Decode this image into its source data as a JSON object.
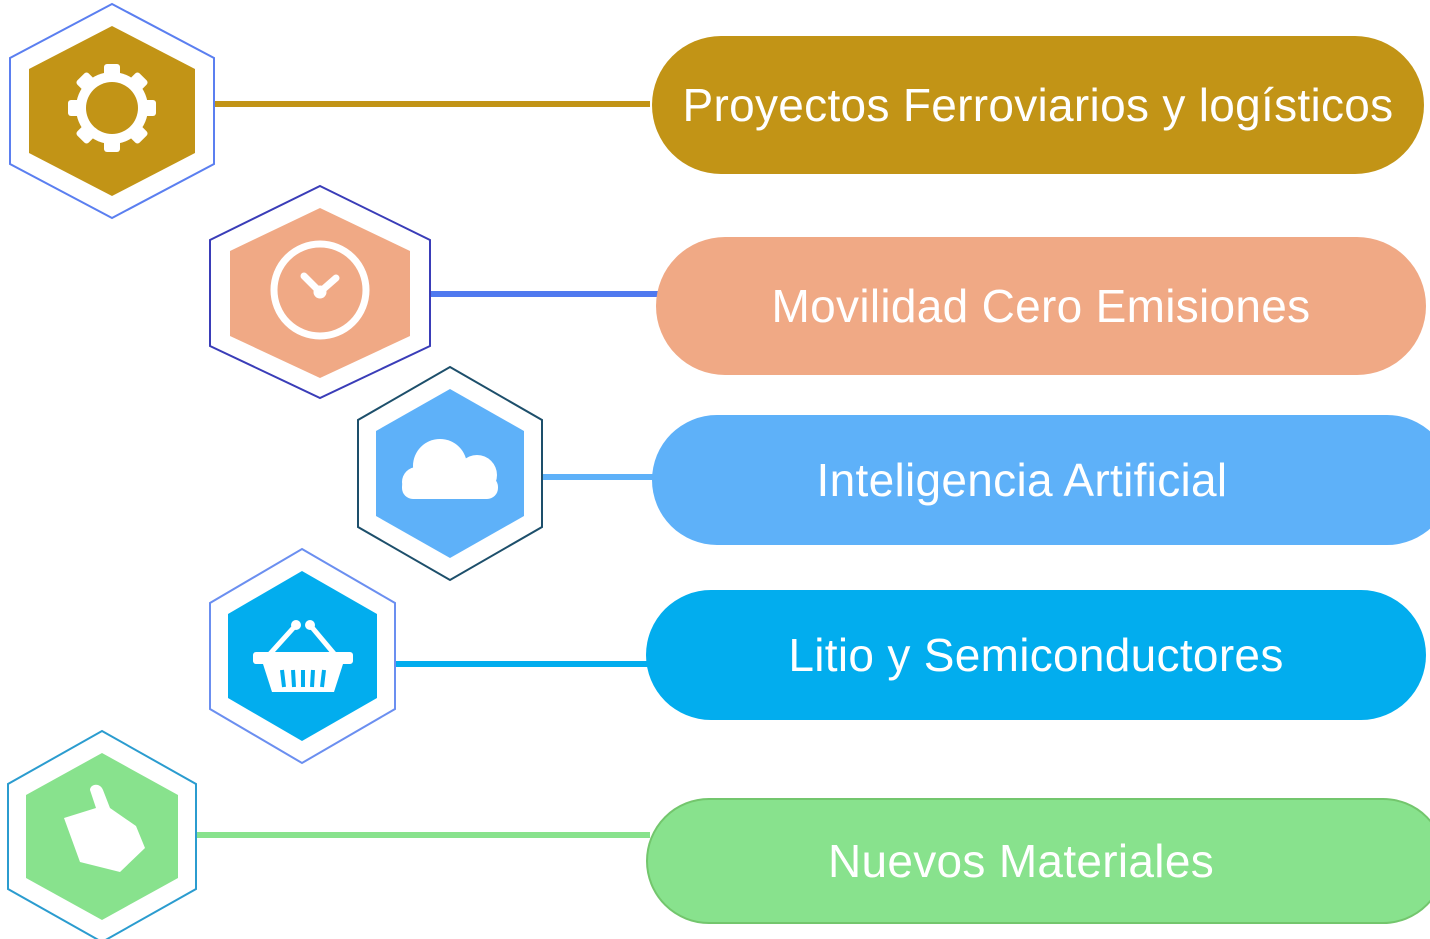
{
  "items": [
    {
      "label": "Proyectos Ferroviarios y logísticos",
      "icon": "gear-icon",
      "color": "#c29416",
      "line_color": "#c29416",
      "outline_color": "#5b7ff0"
    },
    {
      "label": "Movilidad Cero Emisiones",
      "icon": "clock-icon",
      "color": "#f0a985",
      "line_color": "#4f79ef",
      "outline_color": "#3a3db8"
    },
    {
      "label": "Inteligencia Artificial",
      "icon": "cloud-icon",
      "color": "#5eb1f9",
      "line_color": "#5eb1f9",
      "outline_color": "#1d4f6b"
    },
    {
      "label": "Litio y Semiconductores",
      "icon": "basket-icon",
      "color": "#02adee",
      "line_color": "#02adee",
      "outline_color": "#6b8ff0"
    },
    {
      "label": "Nuevos Materiales",
      "icon": "thumbs-up-icon",
      "color": "#88e28d",
      "line_color": "#88e28d",
      "outline_color": "#2b9ccf"
    }
  ]
}
